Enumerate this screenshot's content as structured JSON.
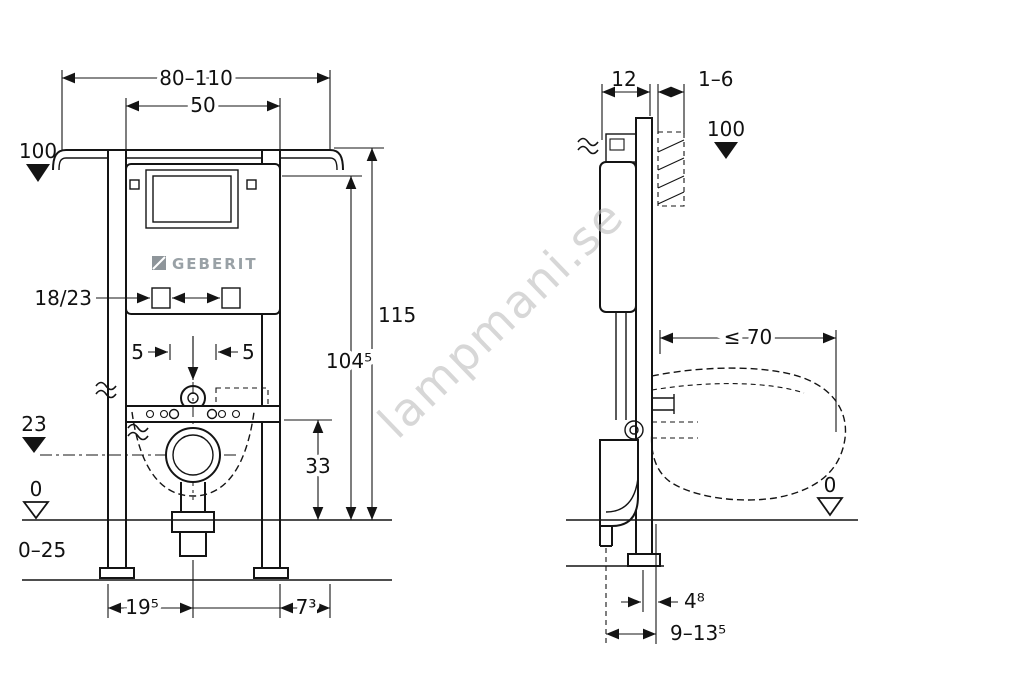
{
  "watermark": "lampmani.se",
  "brand": {
    "logo": "GEBERIT"
  },
  "front_view": {
    "width_range": "80–110",
    "frame_width": "50",
    "height_marker": "100",
    "total_height": "115",
    "frame_height": "104⁵",
    "flush_bend": "18/23",
    "offset_left": "5",
    "offset_right": "5",
    "outlet_marker": "23",
    "floor_level": "0",
    "foot_adjustment": "0–25",
    "outlet_height": "33",
    "outlet_offset_left": "19⁵",
    "bracket_offset_right": "7³"
  },
  "side_view": {
    "frame_depth": "12",
    "wall_thickness_range": "1–6",
    "height_marker": "100",
    "bowl_depth_max": "≤ 70",
    "floor_level": "0",
    "outlet_wall_offset": "4⁸",
    "outlet_distance_range": "9–13⁵"
  }
}
